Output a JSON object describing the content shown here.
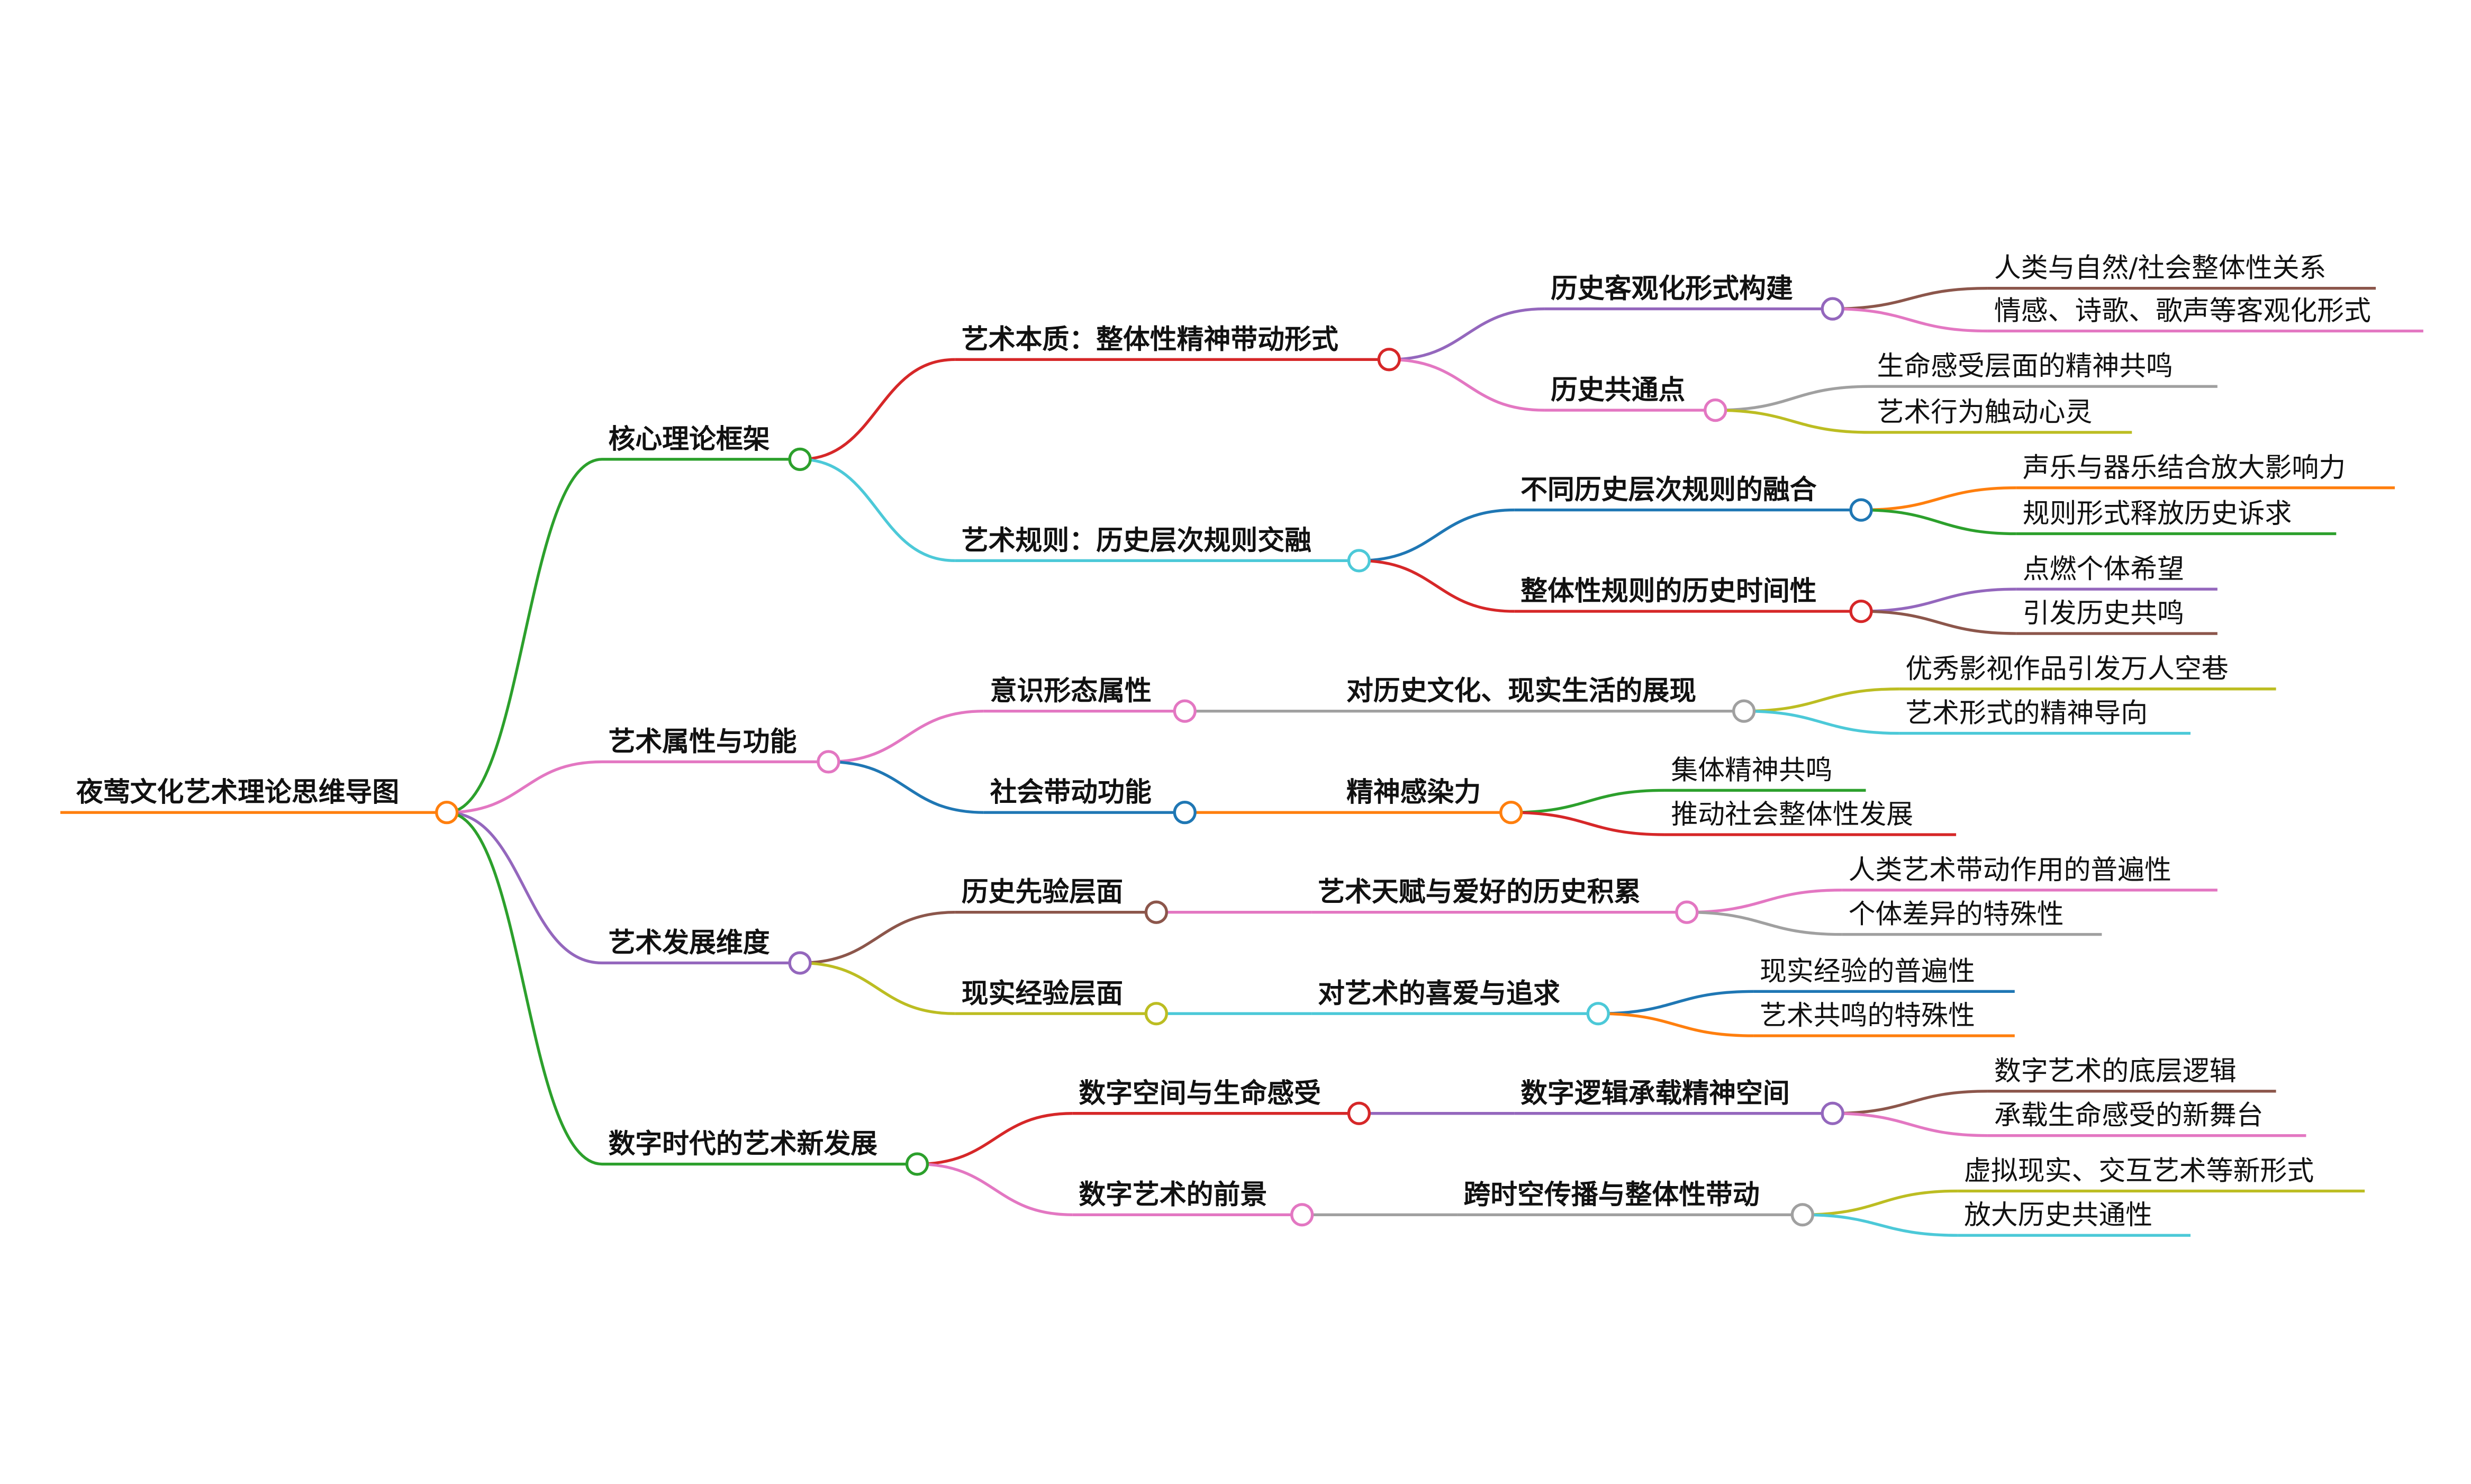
{
  "mindmap": {
    "label": "夜莺文化艺术理论思维导图",
    "color": "#ff7f0e",
    "children": [
      {
        "label": "核心理论框架",
        "color": "#2ca02c",
        "children": [
          {
            "label": "艺术本质：整体性精神带动形式",
            "color": "#d62728",
            "children": [
              {
                "label": "历史客观化形式构建",
                "color": "#9467bd",
                "children": [
                  {
                    "label": "人类与自然/社会整体性关系",
                    "color": "#8c564b"
                  },
                  {
                    "label": "情感、诗歌、歌声等客观化形式",
                    "color": "#e377c2"
                  }
                ]
              },
              {
                "label": "历史共通点",
                "color": "#e377c2",
                "children": [
                  {
                    "label": "生命感受层面的精神共鸣",
                    "color": "#a0a0a0"
                  },
                  {
                    "label": "艺术行为触动心灵",
                    "color": "#bcbd22"
                  }
                ]
              }
            ]
          },
          {
            "label": "艺术规则：历史层次规则交融",
            "color": "#4cc9d8",
            "children": [
              {
                "label": "不同历史层次规则的融合",
                "color": "#1f77b4",
                "children": [
                  {
                    "label": "声乐与器乐结合放大影响力",
                    "color": "#ff7f0e"
                  },
                  {
                    "label": "规则形式释放历史诉求",
                    "color": "#2ca02c"
                  }
                ]
              },
              {
                "label": "整体性规则的历史时间性",
                "color": "#d62728",
                "children": [
                  {
                    "label": "点燃个体希望",
                    "color": "#9467bd"
                  },
                  {
                    "label": "引发历史共鸣",
                    "color": "#8c564b"
                  }
                ]
              }
            ]
          }
        ]
      },
      {
        "label": "艺术属性与功能",
        "color": "#e377c2",
        "children": [
          {
            "label": "意识形态属性",
            "color": "#e377c2",
            "children": [
              {
                "label": "对历史文化、现实生活的展现",
                "color": "#a0a0a0",
                "children": [
                  {
                    "label": "优秀影视作品引发万人空巷",
                    "color": "#bcbd22"
                  },
                  {
                    "label": "艺术形式的精神导向",
                    "color": "#4cc9d8"
                  }
                ]
              }
            ]
          },
          {
            "label": "社会带动功能",
            "color": "#1f77b4",
            "children": [
              {
                "label": "精神感染力",
                "color": "#ff7f0e",
                "children": [
                  {
                    "label": "集体精神共鸣",
                    "color": "#2ca02c"
                  },
                  {
                    "label": "推动社会整体性发展",
                    "color": "#d62728"
                  }
                ]
              }
            ]
          }
        ]
      },
      {
        "label": "艺术发展维度",
        "color": "#9467bd",
        "children": [
          {
            "label": "历史先验层面",
            "color": "#8c564b",
            "children": [
              {
                "label": "艺术天赋与爱好的历史积累",
                "color": "#e377c2",
                "children": [
                  {
                    "label": "人类艺术带动作用的普遍性",
                    "color": "#e377c2"
                  },
                  {
                    "label": "个体差异的特殊性",
                    "color": "#a0a0a0"
                  }
                ]
              }
            ]
          },
          {
            "label": "现实经验层面",
            "color": "#bcbd22",
            "children": [
              {
                "label": "对艺术的喜爱与追求",
                "color": "#4cc9d8",
                "children": [
                  {
                    "label": "现实经验的普遍性",
                    "color": "#1f77b4"
                  },
                  {
                    "label": "艺术共鸣的特殊性",
                    "color": "#ff7f0e"
                  }
                ]
              }
            ]
          }
        ]
      },
      {
        "label": "数字时代的艺术新发展",
        "color": "#2ca02c",
        "children": [
          {
            "label": "数字空间与生命感受",
            "color": "#d62728",
            "children": [
              {
                "label": "数字逻辑承载精神空间",
                "color": "#9467bd",
                "children": [
                  {
                    "label": "数字艺术的底层逻辑",
                    "color": "#8c564b"
                  },
                  {
                    "label": "承载生命感受的新舞台",
                    "color": "#e377c2"
                  }
                ]
              }
            ]
          },
          {
            "label": "数字艺术的前景",
            "color": "#e377c2",
            "children": [
              {
                "label": "跨时空传播与整体性带动",
                "color": "#a0a0a0",
                "children": [
                  {
                    "label": "虚拟现实、交互艺术等新形式",
                    "color": "#bcbd22"
                  },
                  {
                    "label": "放大历史共通性",
                    "color": "#4cc9d8"
                  }
                ]
              }
            ]
          }
        ]
      }
    ]
  }
}
